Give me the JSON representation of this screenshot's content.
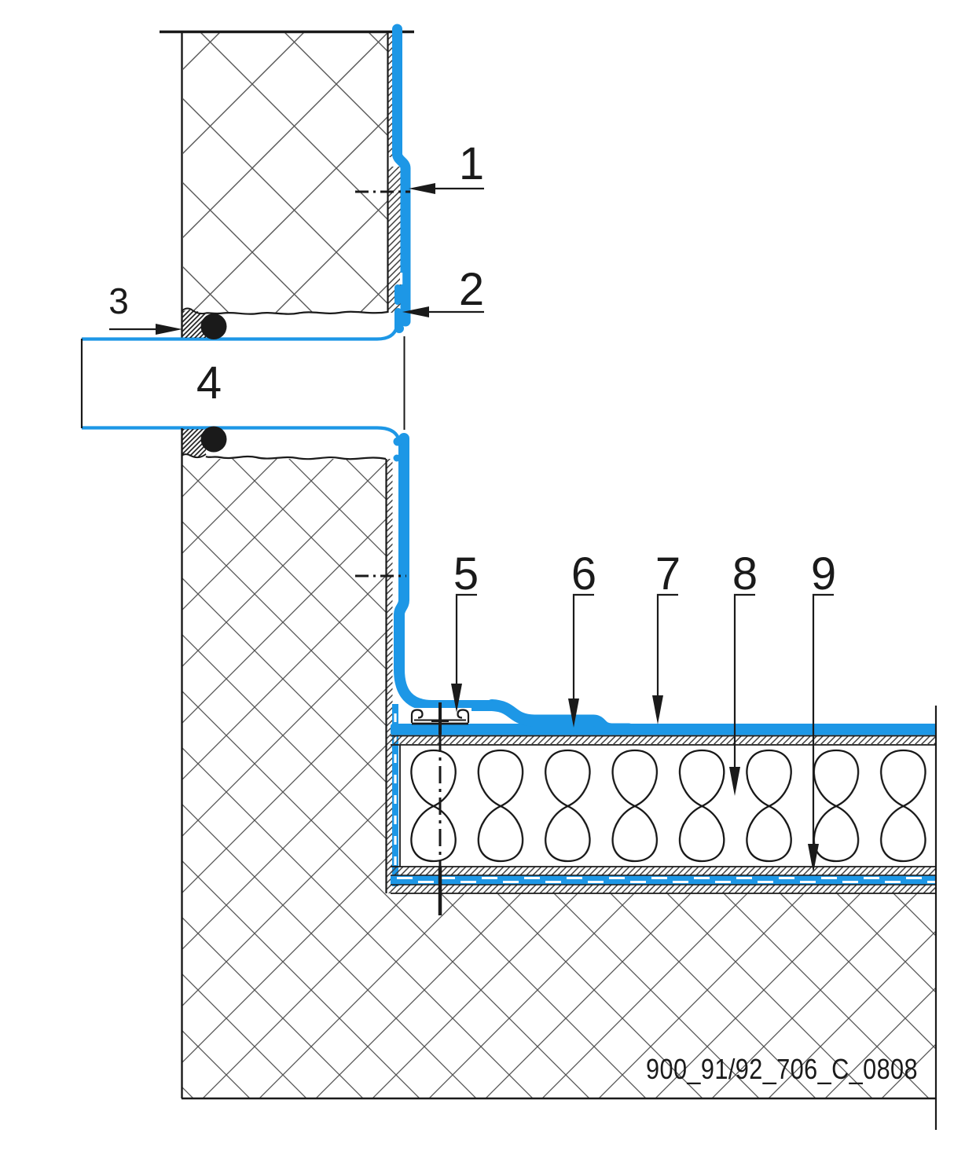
{
  "css_vars": {
    "--blue": "#1d97e6",
    "--ink": "#1a1a1a",
    "--hatch": "#3d3d3d",
    "--bg": "#ffffff"
  },
  "colors": {
    "membrane_blue": "#1d97e6",
    "line_ink": "#1a1a1a",
    "hatch_gray": "#3d3d3d",
    "background": "#ffffff"
  },
  "drawing": {
    "number": "900_91/92_706_C_0808",
    "callouts": [
      {
        "label": "1"
      },
      {
        "label": "2"
      },
      {
        "label": "3"
      },
      {
        "label": "4"
      },
      {
        "label": "5"
      },
      {
        "label": "6"
      },
      {
        "label": "7"
      },
      {
        "label": "8"
      },
      {
        "label": "9"
      }
    ]
  }
}
